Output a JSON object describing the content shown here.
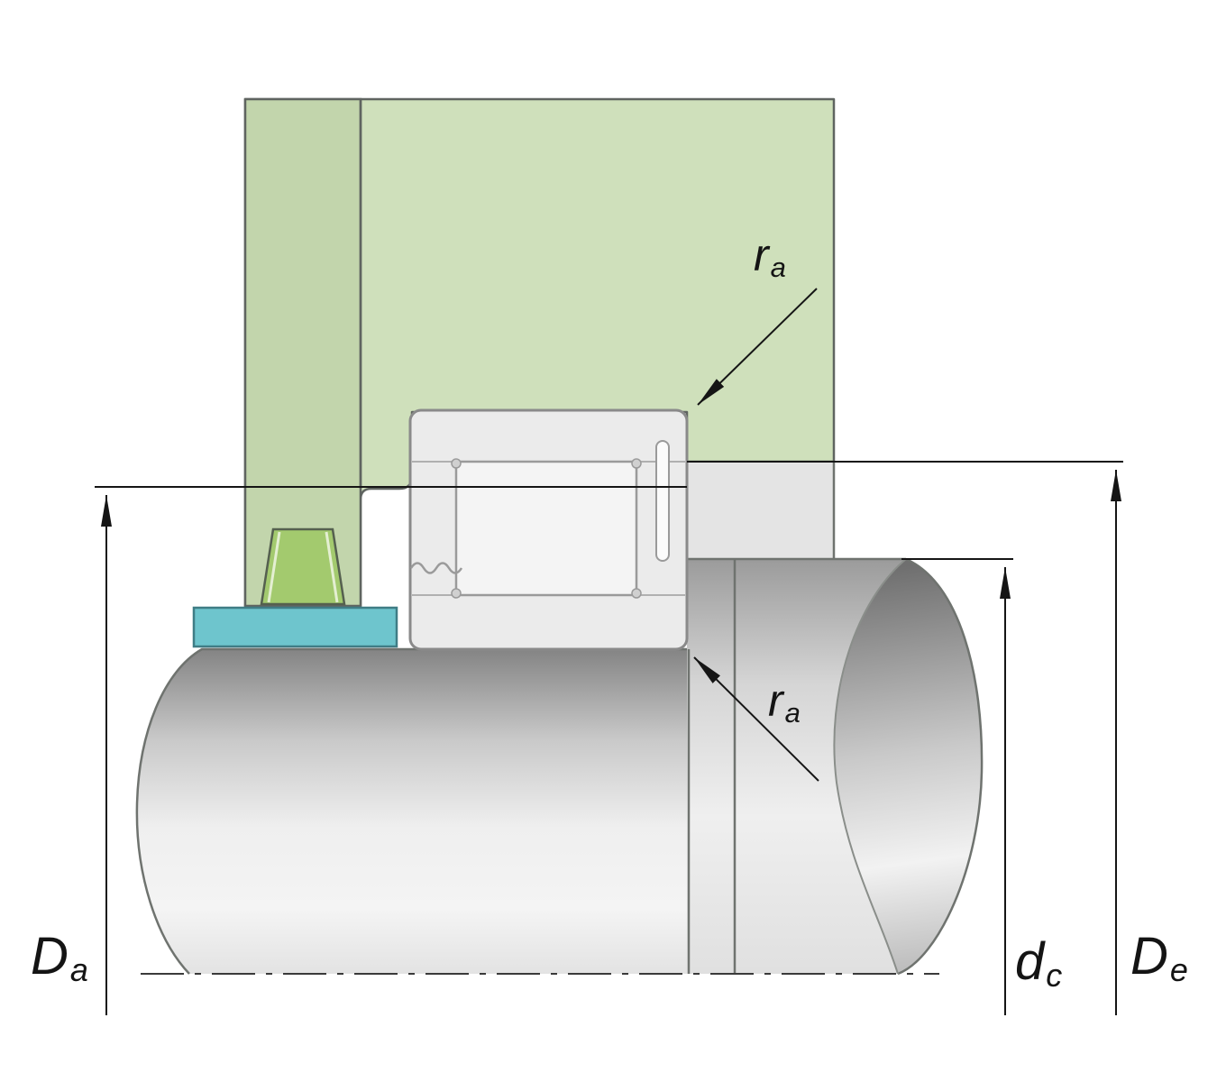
{
  "diagram": {
    "type": "bearing-mounting-cross-section",
    "labels": {
      "Da": {
        "main": "D",
        "sub": "a"
      },
      "De": {
        "main": "D",
        "sub": "e"
      },
      "dc": {
        "main": "d",
        "sub": "c"
      },
      "ra_top": {
        "main": "r",
        "sub": "a"
      },
      "ra_bottom": {
        "main": "r",
        "sub": "a"
      }
    },
    "colors": {
      "background": "#ffffff",
      "housing": "#cfe0bb",
      "cover": "#c2d5ac",
      "seal": "#a3ca6e",
      "abutment_ring": "#6ec5cd",
      "bearing_ring": "#ebebeb",
      "roller": "#f4f4f4",
      "spacer": "#e4e4e4",
      "outline": "#5f6460",
      "dimension": "#151515"
    }
  }
}
